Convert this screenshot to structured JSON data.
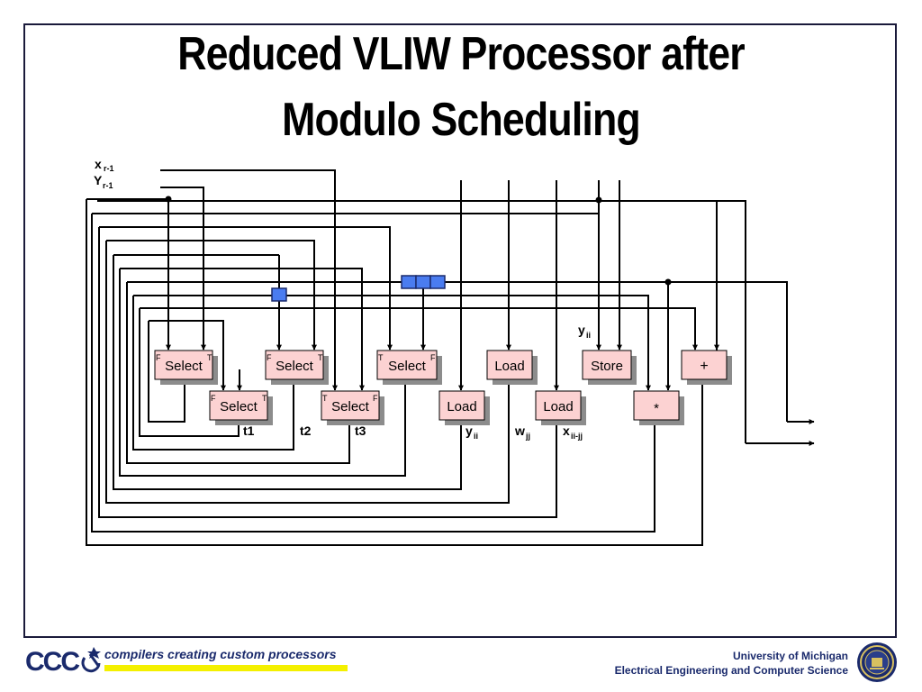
{
  "title": {
    "line1": "Reduced VLIW Processor after",
    "line2": "Modulo Scheduling"
  },
  "inputs": {
    "x": "x",
    "x_sub": "r-1",
    "y": "Y",
    "y_sub": "r-1"
  },
  "units": {
    "sel1": {
      "label": "Select",
      "left": "F",
      "right": "T"
    },
    "sel2": {
      "label": "Select",
      "left": "F",
      "right": "T"
    },
    "sel3": {
      "label": "Select",
      "left": "T",
      "right": "F"
    },
    "sel4": {
      "label": "Select",
      "left": "F",
      "right": "T"
    },
    "sel5": {
      "label": "Select",
      "left": "T",
      "right": "F"
    },
    "load1": {
      "label": "Load"
    },
    "load2": {
      "label": "Load"
    },
    "load3": {
      "label": "Load"
    },
    "store": {
      "label": "Store"
    },
    "mul": {
      "label": "*"
    },
    "add": {
      "label": "+"
    }
  },
  "signals": {
    "t1": "t1",
    "t2": "t2",
    "t3": "t3",
    "y_out": "y",
    "y_out_sub": "ii",
    "w_out": "w",
    "w_out_sub": "jj",
    "x_out": "x",
    "x_out_sub": "ii-jj",
    "y_store": "y",
    "y_store_sub": "ii"
  },
  "colors": {
    "unit_fill": "#fcd2d2",
    "unit_shadow": "#8c8c8c",
    "register_fill": "#4a7cf0",
    "wire": "#000000",
    "brand": "#1a2a6c",
    "tag_bar": "#f4f000"
  },
  "footer": {
    "logo_text": "CCC",
    "tagline": "compilers creating custom processors",
    "university": "University of Michigan",
    "department": "Electrical Engineering and Computer Science"
  }
}
